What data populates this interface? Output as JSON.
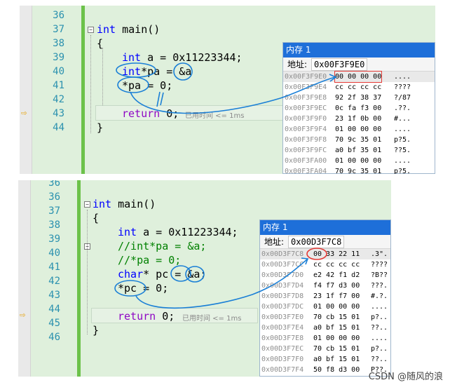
{
  "panel1": {
    "lines": [
      "36",
      "37",
      "38",
      "39",
      "40",
      "41",
      "42",
      "43",
      "44"
    ],
    "code": {
      "l37_kw": "int",
      "l37_rest": " main()",
      "l38": "{",
      "l39_kw": "int",
      "l39_rest": " a = 0x11223344;",
      "l40_kw": "int",
      "l40_rest": "*pa = &a",
      "l41": "*pa = 0;",
      "l43_kw": "return",
      "l43_rest": " 0;",
      "l44": "}"
    },
    "hint": "已用时间 <= 1ms",
    "memory": {
      "title": "内存 1",
      "addr_label": "地址:",
      "addr_value": "0x00F3F9E0",
      "rows": [
        {
          "addr": "0x00F3F9E0",
          "bytes": "00 00 00 00",
          "chars": "...."
        },
        {
          "addr": "0x00F3F9E4",
          "bytes": "cc cc cc cc",
          "chars": "????"
        },
        {
          "addr": "0x00F3F9E8",
          "bytes": "92 2f 38 37",
          "chars": "?/87"
        },
        {
          "addr": "0x00F3F9EC",
          "bytes": "0c fa f3 00",
          "chars": ".??."
        },
        {
          "addr": "0x00F3F9F0",
          "bytes": "23 1f 0b 00",
          "chars": "#..."
        },
        {
          "addr": "0x00F3F9F4",
          "bytes": "01 00 00 00",
          "chars": "...."
        },
        {
          "addr": "0x00F3F9F8",
          "bytes": "70 9c 35 01",
          "chars": "p?5."
        },
        {
          "addr": "0x00F3F9FC",
          "bytes": "a0 bf 35 01",
          "chars": "??5."
        },
        {
          "addr": "0x00F3FA00",
          "bytes": "01 00 00 00",
          "chars": "...."
        },
        {
          "addr": "0x00F3FA04",
          "bytes": "70 9c 35 01",
          "chars": "p?5."
        }
      ]
    }
  },
  "panel2": {
    "lines": [
      "36",
      "37",
      "38",
      "39",
      "40",
      "41",
      "42",
      "43",
      "44",
      "45",
      "46"
    ],
    "code": {
      "l37_kw": "int",
      "l37_rest": " main()",
      "l38": "{",
      "l39_kw": "int",
      "l39_rest": " a = 0x11223344;",
      "l40": "//int*pa = &a;",
      "l41": "//*pa = 0;",
      "l42_kw": "char",
      "l42_rest": "* pc = &a;",
      "l43": "*pc = 0;",
      "l45_kw": "return",
      "l45_rest": " 0;",
      "l46": "}"
    },
    "hint": "已用时间 <= 1ms",
    "memory": {
      "title": "内存 1",
      "addr_label": "地址:",
      "addr_value": "0x00D3F7C8",
      "rows": [
        {
          "addr": "0x00D3F7C8",
          "bytes": "00 33 22 11",
          "chars": ".3\"."
        },
        {
          "addr": "0x00D3F7CC",
          "bytes": "cc cc cc cc",
          "chars": "????"
        },
        {
          "addr": "0x00D3F7D0",
          "bytes": "e2 42 f1 d2",
          "chars": "?B??"
        },
        {
          "addr": "0x00D3F7D4",
          "bytes": "f4 f7 d3 00",
          "chars": "???."
        },
        {
          "addr": "0x00D3F7D8",
          "bytes": "23 1f f7 00",
          "chars": "#.?."
        },
        {
          "addr": "0x00D3F7DC",
          "bytes": "01 00 00 00",
          "chars": "...."
        },
        {
          "addr": "0x00D3F7E0",
          "bytes": "70 cb 15 01",
          "chars": "p?.."
        },
        {
          "addr": "0x00D3F7E4",
          "bytes": "a0 bf 15 01",
          "chars": "??.."
        },
        {
          "addr": "0x00D3F7E8",
          "bytes": "01 00 00 00",
          "chars": "...."
        },
        {
          "addr": "0x00D3F7EC",
          "bytes": "70 cb 15 01",
          "chars": "p?.."
        },
        {
          "addr": "0x00D3F7F0",
          "bytes": "a0 bf 15 01",
          "chars": "??.."
        },
        {
          "addr": "0x00D3F7F4",
          "bytes": "50 f8 d3 00",
          "chars": "P??."
        }
      ]
    }
  },
  "watermark": "CSDN @随风的浪",
  "colors": {
    "keyword": "#0000ff",
    "comment": "#008000",
    "return": "#8f08c4",
    "linenum": "#2b91af",
    "ink": "#1a7fd6",
    "highlight": "#e53935"
  }
}
